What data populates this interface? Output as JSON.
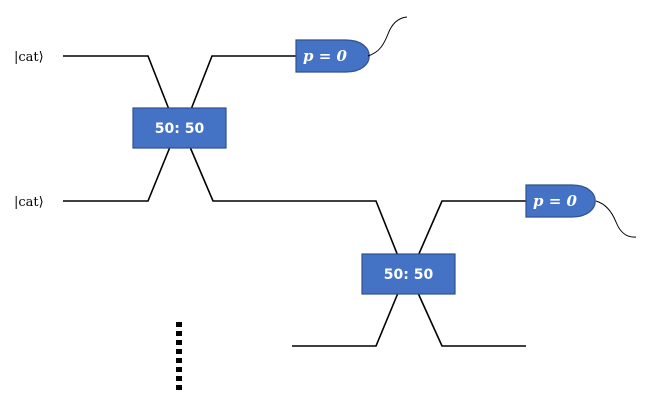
{
  "inputs": [
    {
      "label": "|cat⟩"
    },
    {
      "label": "|cat⟩"
    }
  ],
  "beam_splitters": [
    {
      "label": "50: 50"
    },
    {
      "label": "50: 50"
    }
  ],
  "detectors": [
    {
      "label": "p = 0"
    },
    {
      "label": "p = 0"
    }
  ],
  "continuation": {
    "style": "vertical-dotted",
    "dot_count": 8
  },
  "colors": {
    "box_fill": "#4472c4",
    "box_stroke": "#2f528f",
    "line": "#000000",
    "text_on_box": "#ffffff"
  }
}
